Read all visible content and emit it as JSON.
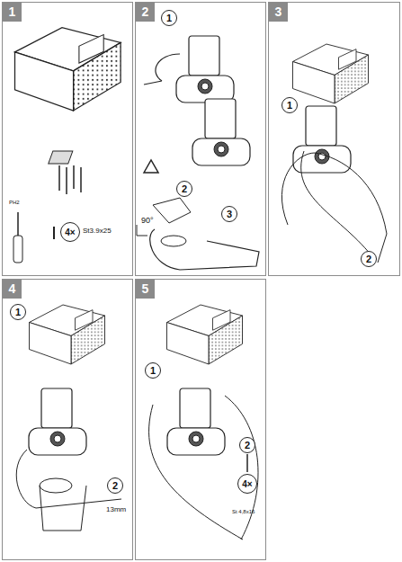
{
  "diagram": {
    "nodes": [
      {
        "text": [
          "1"
        ]
      },
      {
        "text": [
          "4×"
        ],
        "in": 0
      },
      {
        "text": [
          "2"
        ]
      },
      {
        "text": [
          "1"
        ],
        "in": 2
      },
      {
        "text": [
          "2"
        ],
        "in": 2
      },
      {
        "text": [
          "3"
        ],
        "in": 2
      },
      {
        "text": [
          "3"
        ]
      },
      {
        "text": [
          "1"
        ],
        "in": 6
      },
      {
        "text": [
          "2"
        ],
        "in": 6
      },
      {
        "text": [
          "4"
        ]
      },
      {
        "text": [
          "1"
        ],
        "in": 9
      },
      {
        "text": [
          "2"
        ],
        "in": 9
      },
      {
        "text": [
          "5"
        ]
      },
      {
        "text": [
          "1"
        ],
        "in": 12
      },
      {
        "text": [
          "2"
        ],
        "in": 12
      },
      {
        "text": [
          "4×"
        ],
        "in": 12
      }
    ],
    "labels": [
      "PH2",
      "St3.9x25",
      "90°",
      "13mm",
      "St 4,8x16"
    ]
  }
}
